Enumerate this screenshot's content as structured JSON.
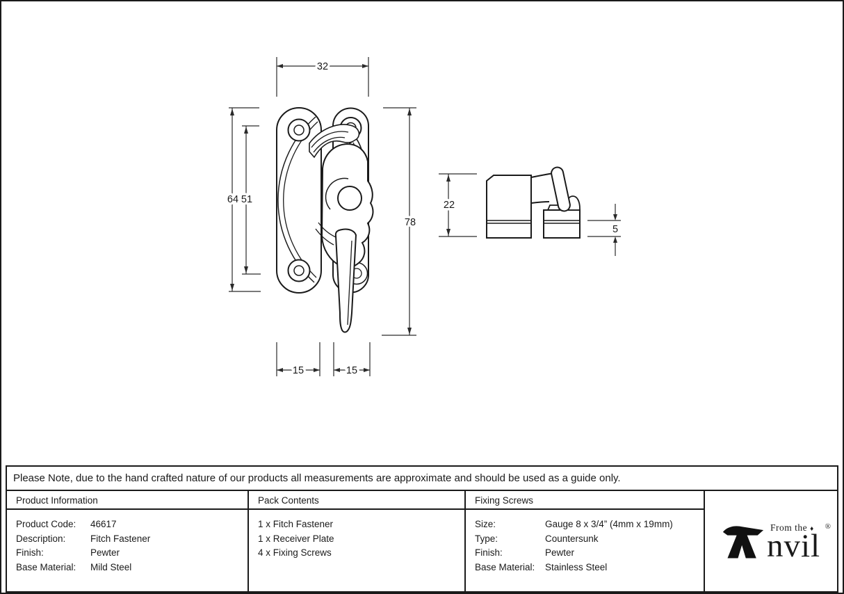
{
  "note": {
    "text": "Please Note, due to the hand crafted nature of our products all measurements are approximate and should be used as a guide only."
  },
  "drawing": {
    "front_view": {
      "width_top": "32",
      "height_outer": "64",
      "height_inner": "51",
      "height_overall": "78",
      "width_bottom_left": "15",
      "width_bottom_right": "15"
    },
    "side_view": {
      "depth": "22",
      "plate_thickness": "5"
    }
  },
  "table": {
    "product_information": {
      "title": "Product Information",
      "rows": [
        {
          "label": "Product Code:",
          "value": "46617"
        },
        {
          "label": "Description:",
          "value": "Fitch Fastener"
        },
        {
          "label": "Finish:",
          "value": "Pewter"
        },
        {
          "label": "Base Material:",
          "value": "Mild Steel"
        }
      ]
    },
    "pack_contents": {
      "title": "Pack Contents",
      "items": [
        "1 x Fitch Fastener",
        "1 x Receiver Plate",
        "4 x Fixing Screws"
      ]
    },
    "fixing_screws": {
      "title": "Fixing Screws",
      "rows": [
        {
          "label": "Size:",
          "value": "Gauge 8 x 3/4” (4mm x 19mm)"
        },
        {
          "label": "Type:",
          "value": "Countersunk"
        },
        {
          "label": "Finish:",
          "value": "Pewter"
        },
        {
          "label": "Base Material:",
          "value": "Stainless Steel"
        }
      ]
    }
  },
  "logo": {
    "from_the": "From the",
    "diamond": "♦",
    "registered": "®",
    "name_rest": "nvil"
  }
}
